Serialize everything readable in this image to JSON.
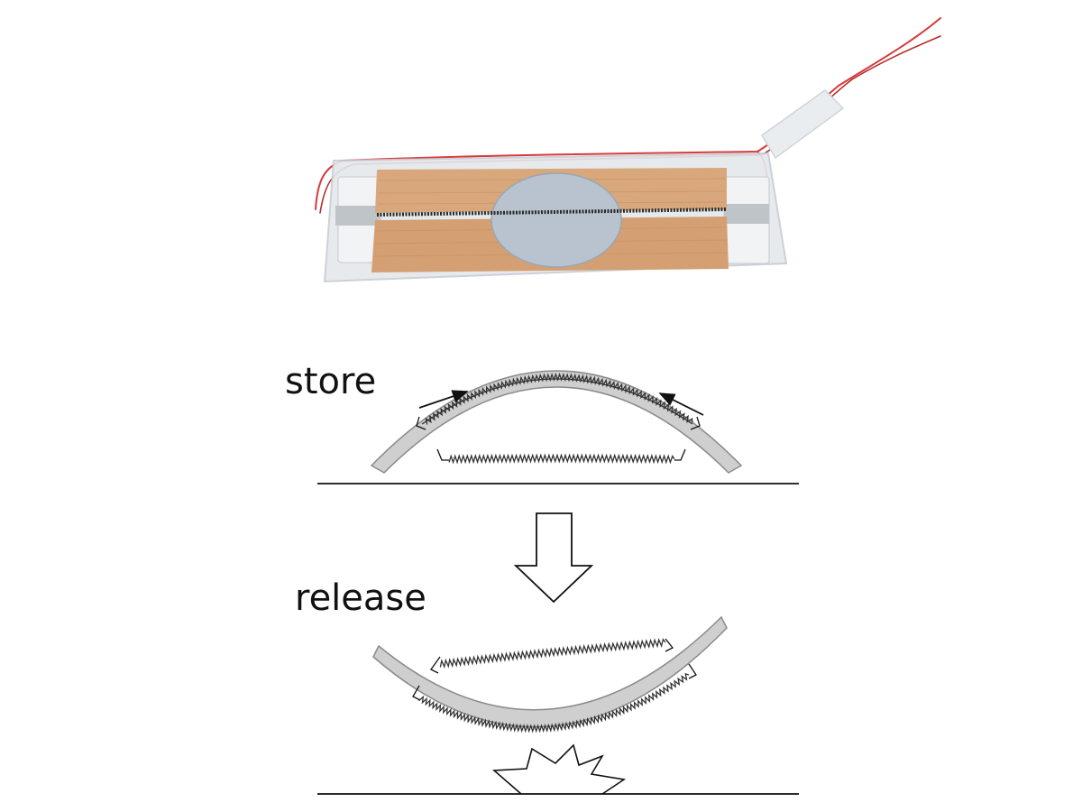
{
  "labels": {
    "store": "store",
    "release": "release"
  },
  "colors": {
    "strip_fill": "#cfcfcf",
    "strip_stroke": "#8a8a8a",
    "spring": "#333333",
    "line": "#111111",
    "fabric": "#d8a77b",
    "disc": "#b9c3cf",
    "wire_red": "#d63a3a",
    "acrylic": "#e4e8ec",
    "clamp": "#bfc4c8"
  },
  "photo": {
    "description_icon": "device-photo"
  }
}
